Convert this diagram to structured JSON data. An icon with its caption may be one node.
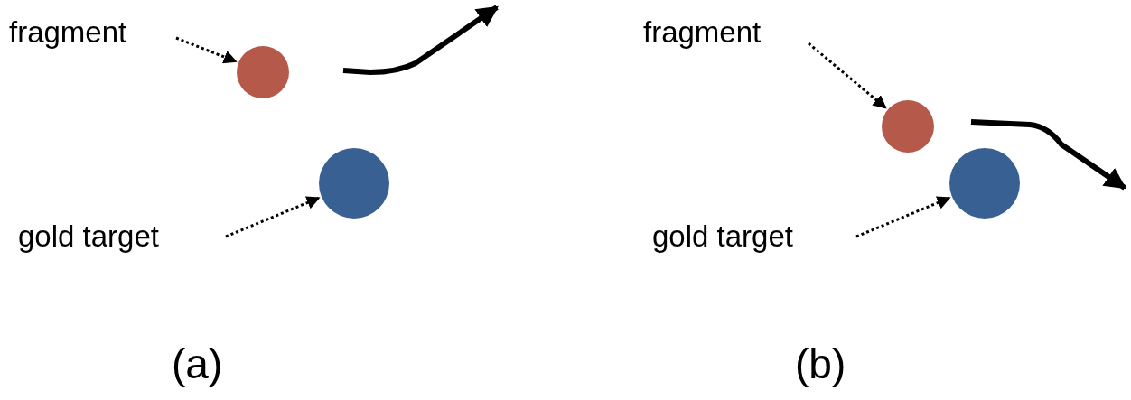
{
  "diagram": {
    "nodes": [
      {
        "text": [
          "fragment"
        ]
      },
      {
        "text": [],
        "shape": "circle"
      },
      {
        "text": [
          "gold target"
        ]
      },
      {
        "text": [],
        "shape": "circle"
      },
      {
        "text": [
          "fragment"
        ]
      },
      {
        "text": [],
        "shape": "circle"
      },
      {
        "text": [
          "gold target"
        ]
      },
      {
        "text": [],
        "shape": "circle"
      }
    ],
    "edges": [
      {
        "from": 0,
        "to": 1,
        "arrow": "to",
        "style": "dashed"
      },
      {
        "from": 2,
        "to": 3,
        "arrow": "to",
        "style": "dashed"
      },
      {
        "from": 4,
        "to": 5,
        "arrow": "to",
        "style": "dashed"
      },
      {
        "from": 6,
        "to": 7,
        "arrow": "to",
        "style": "dashed"
      }
    ],
    "labels": [
      "(a)",
      "(b)"
    ]
  }
}
